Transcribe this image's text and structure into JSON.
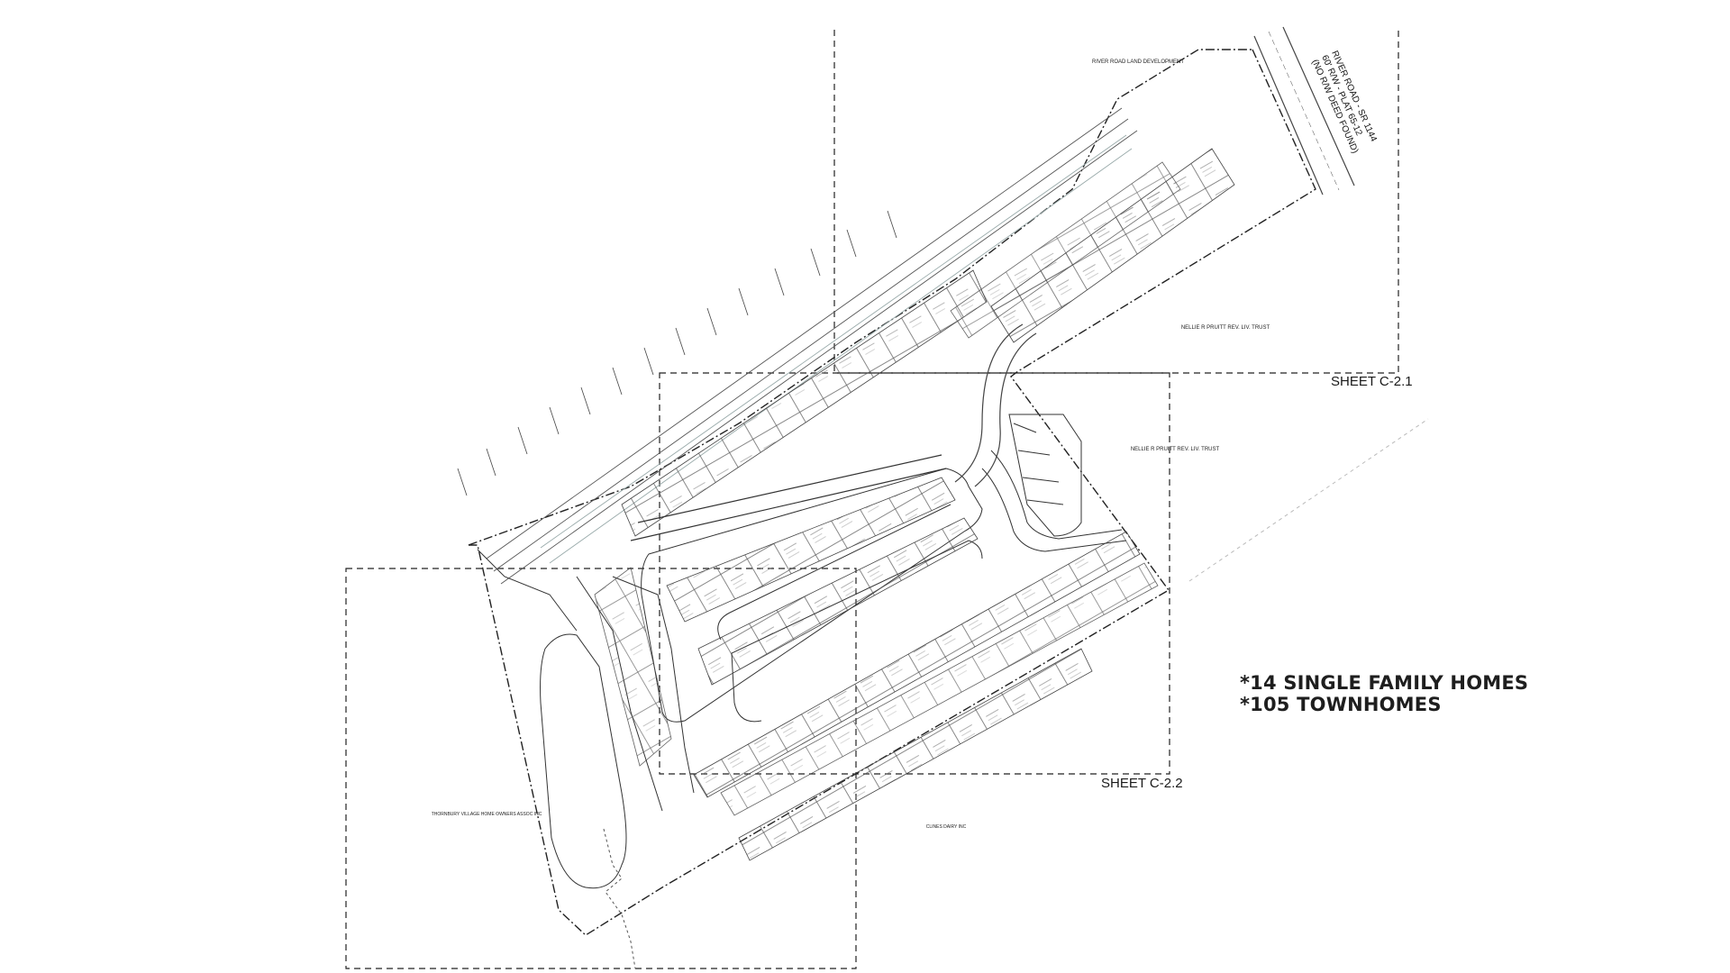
{
  "sheets": {
    "c21": "SHEET C-2.1",
    "c22": "SHEET C-2.2"
  },
  "notes": {
    "single_family": "*14 SINGLE FAMILY HOMES",
    "townhomes": "*105 TOWNHOMES"
  },
  "road": {
    "line1": "RIVER ROAD - SR 1144",
    "line2": "60' R/W - PLAT 65-12",
    "line3": "(NO R/W DEED FOUND)"
  },
  "parcels": {
    "top_dev": "RIVER ROAD LAND DEVELOPMENT",
    "pruitt_top": "NELLIE R PRUITT REV. LIV. TRUST",
    "pruitt_mid": "NELLIE R PRUITT REV. LIV. TRUST",
    "thornbury": "THORNBURY VILLAGE HOME OWNERS ASSOC INC",
    "clines": "CLINES DAIRY INC"
  }
}
